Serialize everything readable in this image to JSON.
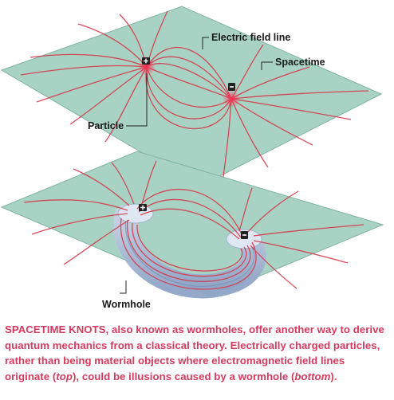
{
  "labels": {
    "electric_field_line": "Electric field line",
    "spacetime": "Spacetime",
    "particle": "Particle",
    "wormhole": "Wormhole"
  },
  "caption": {
    "lead": "SPACETIME KNOTS,",
    "text_1": " also known as wormholes, offer another way to derive quantum mechanics from a classical theory. Electrically charged particles, rather than being material objects where electromagnetic field lines originate (",
    "top": "top",
    "text_2": "), could be illusions caused by a wormhole (",
    "bottom": "bottom",
    "text_3": ")."
  },
  "colors": {
    "sheet_fill": "#a8d3c4",
    "sheet_edge": "#7fb2a1",
    "field_line": "#d63a4a",
    "tube_blue": "#8fa4c7",
    "caption": "#d43a5e"
  },
  "icons": {
    "plus_charge": "plus-sign",
    "minus_charge": "minus-sign"
  }
}
